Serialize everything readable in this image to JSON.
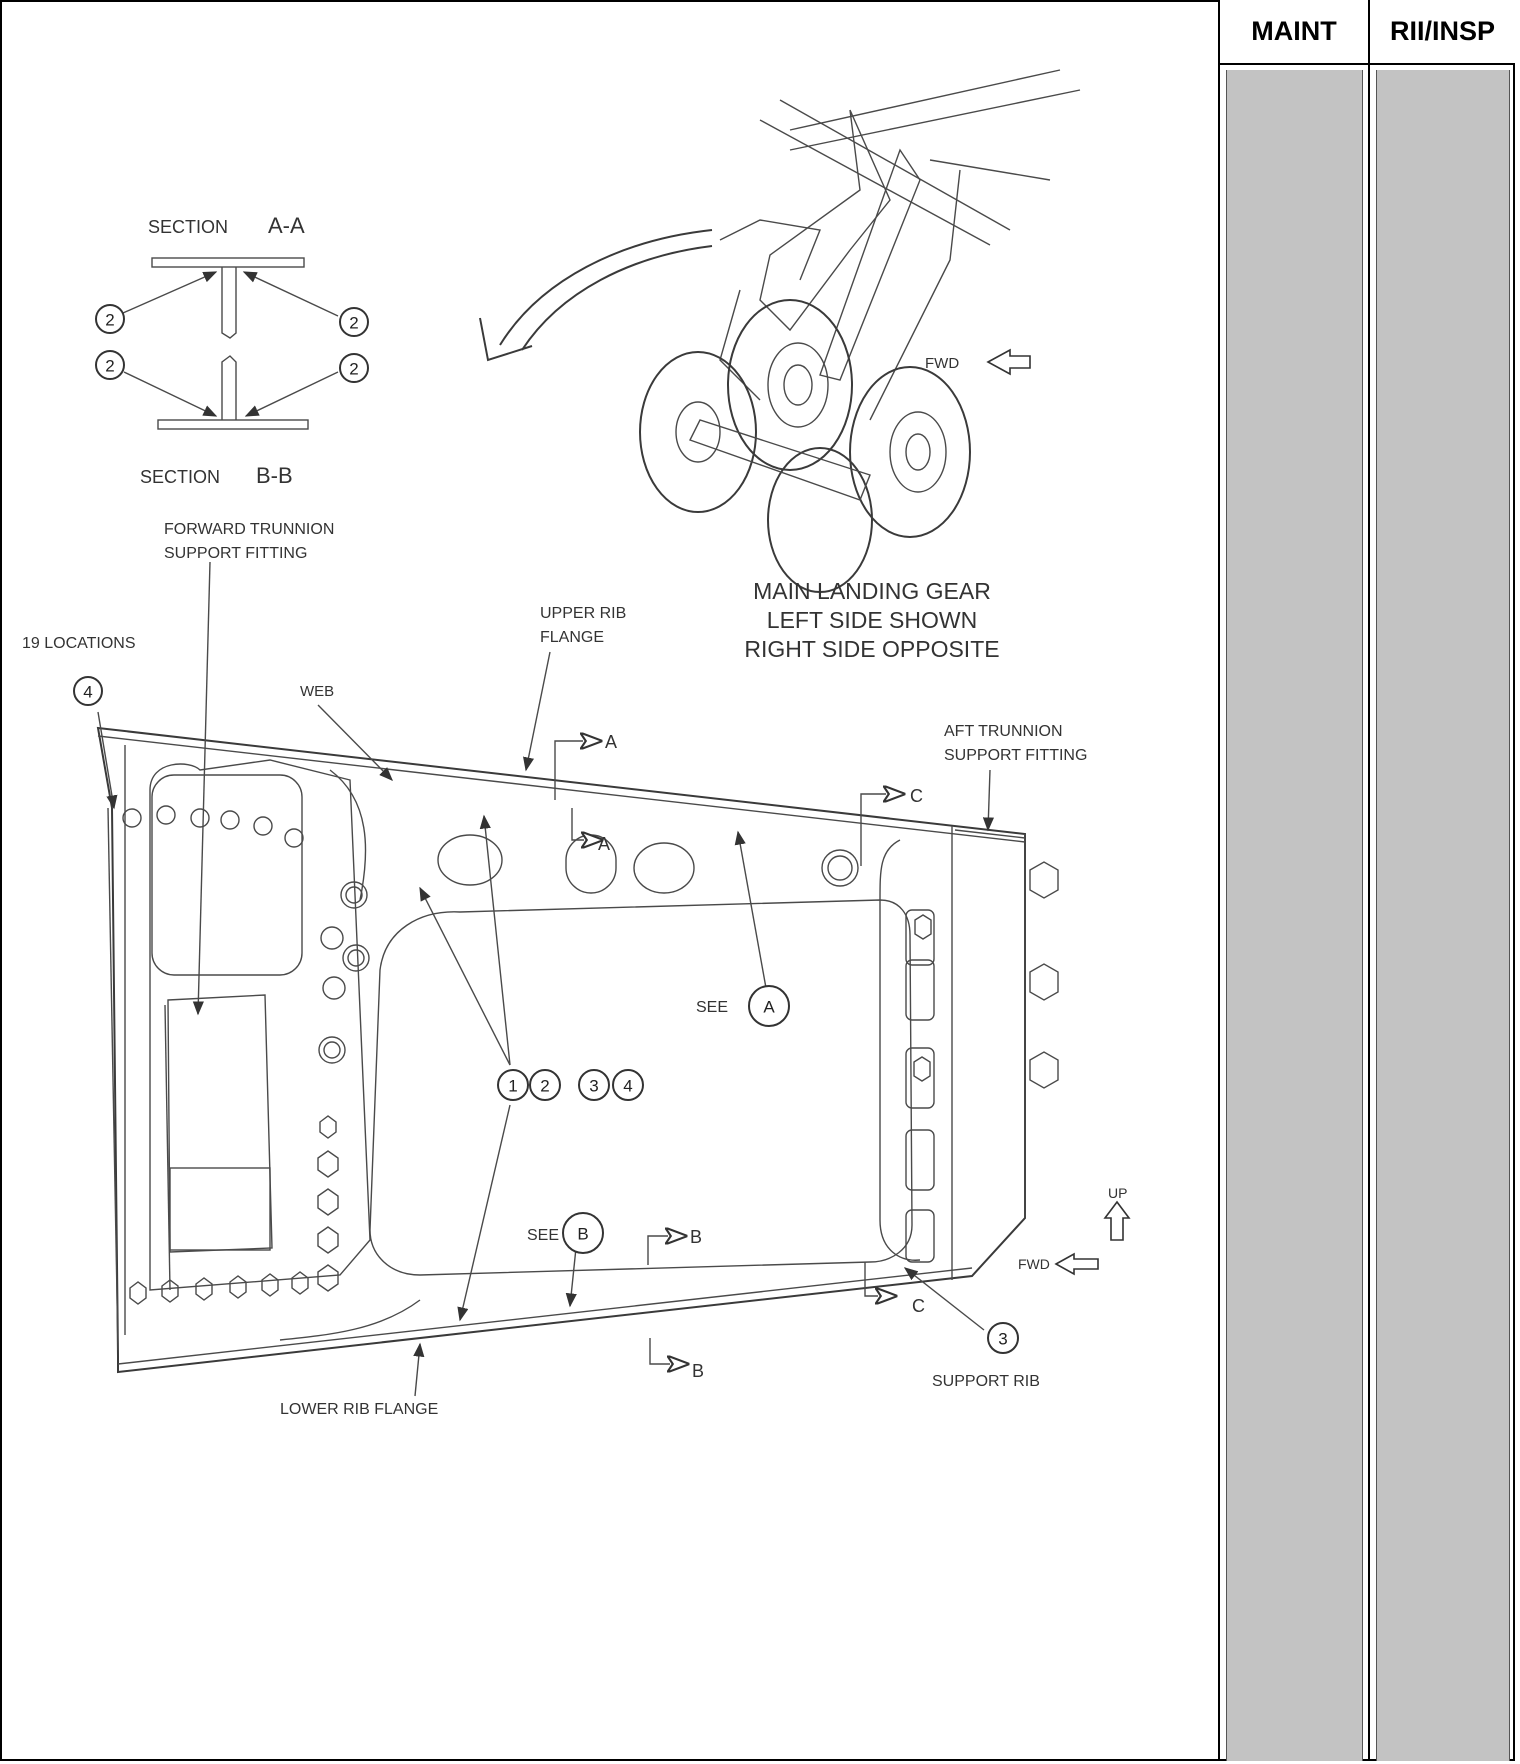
{
  "columns": {
    "maint": "MAINT",
    "rii": "RII/INSP"
  },
  "section_aa": {
    "label": "SECTION",
    "id": "A-A",
    "callout": "2"
  },
  "section_bb": {
    "label": "SECTION",
    "id": "B-B",
    "callout": "2"
  },
  "gear": {
    "line1": "MAIN LANDING GEAR",
    "line2": "LEFT SIDE SHOWN",
    "line3": "RIGHT SIDE OPPOSITE",
    "fwd": "FWD"
  },
  "labels": {
    "forward_trunnion_1": "FORWARD TRUNNION",
    "forward_trunnion_2": "SUPPORT FITTING",
    "locations": "19 LOCATIONS",
    "upper_rib_1": "UPPER RIB",
    "upper_rib_2": "FLANGE",
    "web": "WEB",
    "aft_trunnion_1": "AFT TRUNNION",
    "aft_trunnion_2": "SUPPORT FITTING",
    "see_a": "SEE",
    "see_b": "SEE",
    "lower_rib": "LOWER RIB FLANGE",
    "support_rib": "SUPPORT RIB",
    "up": "UP",
    "fwd": "FWD"
  },
  "callouts": {
    "loc": "4",
    "see_a": "A",
    "see_b": "B",
    "c1": "1",
    "c2": "2",
    "c3": "3",
    "c4": "4",
    "support_rib": "3"
  },
  "section_markers": {
    "a": "A",
    "b": "B",
    "c": "C"
  }
}
